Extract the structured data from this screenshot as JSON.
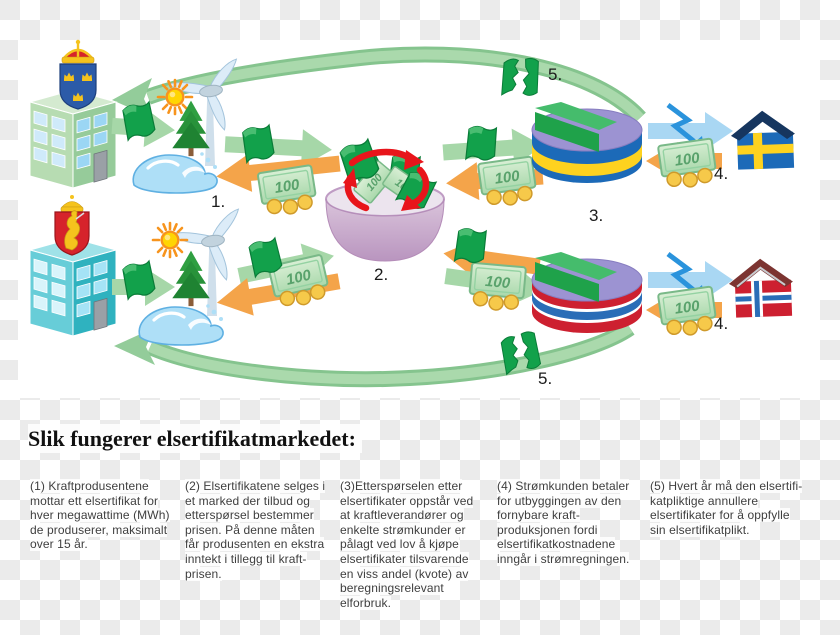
{
  "heading": {
    "title": "Slik fungerer elsertifikatmarkedet:"
  },
  "diagram": {
    "bill_value": "100",
    "labels": {
      "n1": "1.",
      "n2": "2.",
      "n3": "3.",
      "n4": "4.",
      "n5": "5."
    },
    "colors": {
      "certificate_green": "#12a14b",
      "flow_arrow_green": "#a6d7a8",
      "money_orange": "#f4a44a",
      "electricity_blue": "#2a93dc",
      "electricity_arrow_light": "#a9d7f3",
      "sweden_blue": "#1c6ab8",
      "sweden_yellow": "#fed21f",
      "norway_red": "#cd2030",
      "norway_blue": "#2a6db7",
      "pie_top_purple": "#9c93d2",
      "trade_arrow_red": "#e8151b"
    }
  },
  "steps": [
    {
      "lines": [
        "(1) Kraftprodusentene",
        "mottar ett elsertifikat for",
        "hver megawattime (MWh)",
        "de produserer, maksimalt",
        "over 15 år."
      ]
    },
    {
      "lines": [
        "(2) Elsertifikatene selges i",
        "et marked der tilbud og",
        "etterspørsel bestemmer",
        "prisen. På denne måten",
        "får produsenten en ekstra",
        "inntekt i tillegg til kraft-",
        "prisen."
      ]
    },
    {
      "lines": [
        "(3)Etterspørselen etter",
        "elsertifikater oppstår ved",
        "at kraftleverandører og",
        "enkelte strømkunder er",
        "pålagt ved lov å kjøpe",
        "elsertifikater tilsvarende",
        "en viss andel (kvote) av",
        "beregningsrelevant",
        "elforbruk."
      ]
    },
    {
      "lines": [
        "(4) Strømkunden betaler",
        "for utbyggingen av den",
        "fornybare kraft-",
        "produksjonen fordi",
        "elsertifikatkostnadene",
        "inngår i strømregningen."
      ]
    },
    {
      "lines": [
        "(5) Hvert år må den elsertifi-",
        "katpliktige annullere",
        "elsertifikater for å oppfylle",
        "sin elsertifikatplikt."
      ]
    }
  ]
}
